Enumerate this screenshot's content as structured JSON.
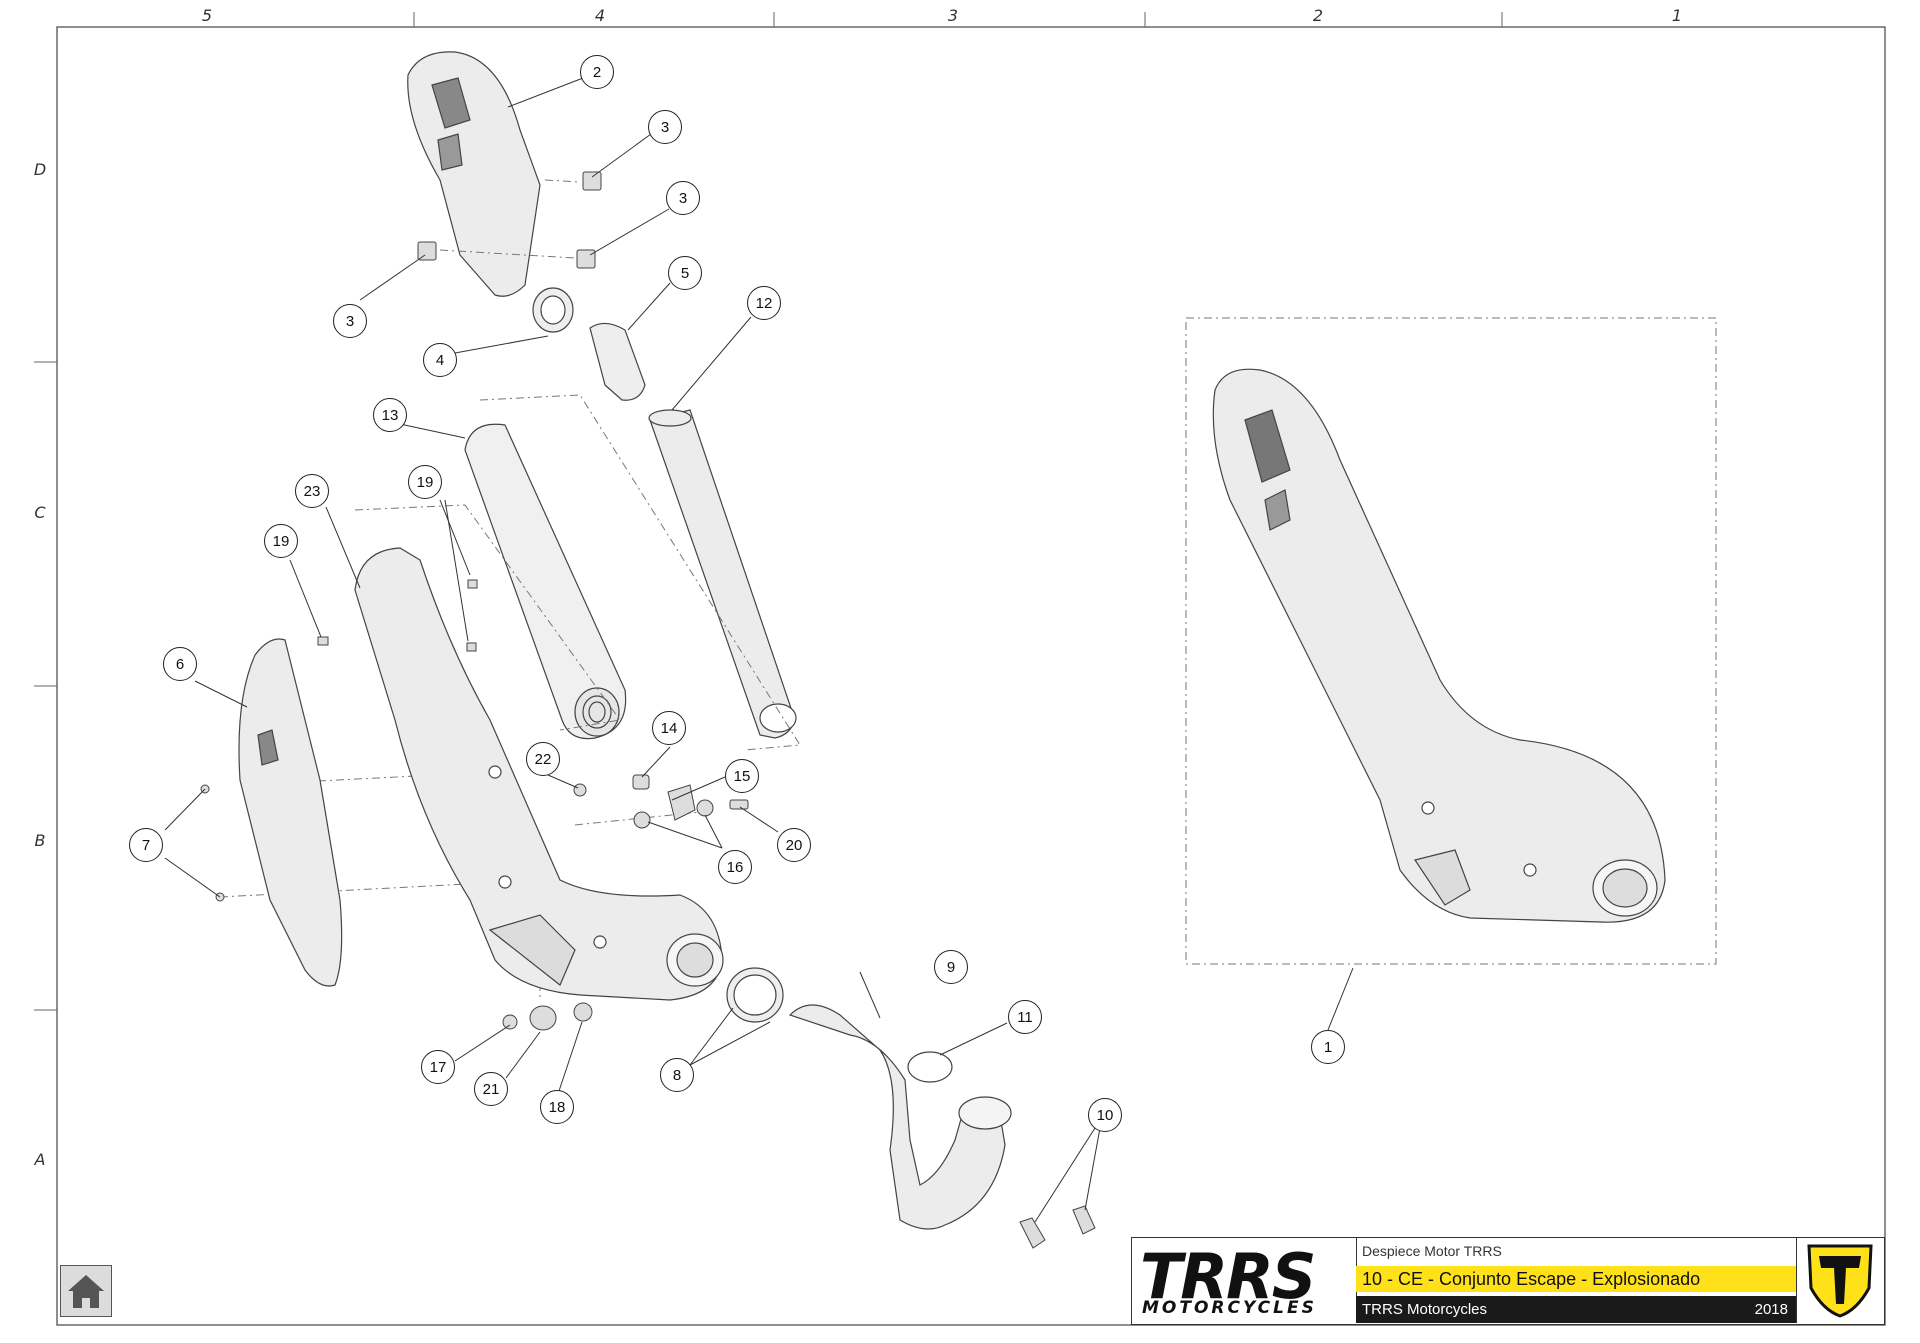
{
  "zones": {
    "columns": [
      "5",
      "4",
      "3",
      "2",
      "1"
    ],
    "rows": [
      "D",
      "C",
      "B",
      "A"
    ]
  },
  "callouts": [
    "1",
    "2",
    "3",
    "3",
    "3",
    "4",
    "5",
    "6",
    "7",
    "8",
    "9",
    "10",
    "11",
    "12",
    "13",
    "14",
    "15",
    "16",
    "17",
    "18",
    "19",
    "19",
    "20",
    "21",
    "22",
    "23"
  ],
  "title_block": {
    "logo_main": "TRRS",
    "logo_sub": "MOTORCYCLES",
    "top_text": "Despiece Motor TRRS",
    "title": "10 - CE - Conjunto Escape - Explosionado",
    "company": "TRRS Motorcycles",
    "year": "2018"
  },
  "colors": {
    "accent_yellow": "#ffe11a",
    "dark_bar": "#1a1a1a",
    "line": "#333333",
    "part_fill": "#ececec"
  },
  "home_button": {
    "icon": "home-icon"
  }
}
